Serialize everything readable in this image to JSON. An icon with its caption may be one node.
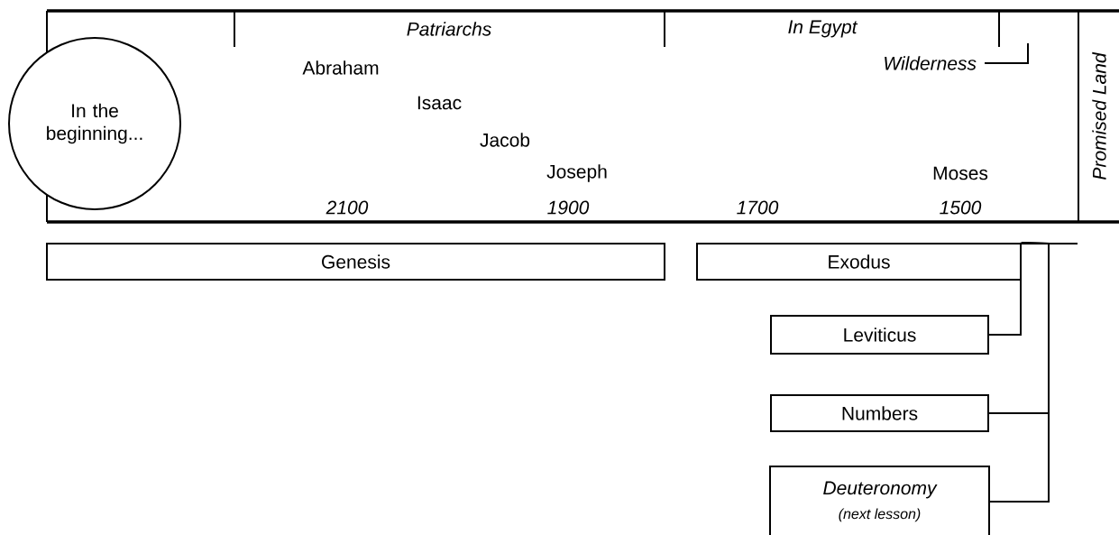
{
  "diagram": {
    "nodes": [
      {
        "text": [
          "In the beginning..."
        ]
      },
      {
        "text": [
          "Genesis"
        ]
      },
      {
        "text": [
          "Exodus"
        ]
      },
      {
        "text": [
          "Leviticus"
        ]
      },
      {
        "text": [
          "Numbers"
        ]
      },
      {
        "text": [
          "Deuteronomy",
          "(next lesson)"
        ]
      }
    ],
    "edges": [
      {
        "from": 2,
        "to": 3,
        "arrow": "none"
      },
      {
        "from": 2,
        "to": 4,
        "arrow": "none"
      },
      {
        "from": 2,
        "to": 5,
        "arrow": "none"
      }
    ],
    "labels": [
      "Patriarchs",
      "In Egypt",
      "Abraham",
      "Wilderness",
      "Isaac",
      "Jacob",
      "Joseph",
      "Moses",
      "2100",
      "1900",
      "1700",
      "1500",
      "Promised Land"
    ]
  }
}
